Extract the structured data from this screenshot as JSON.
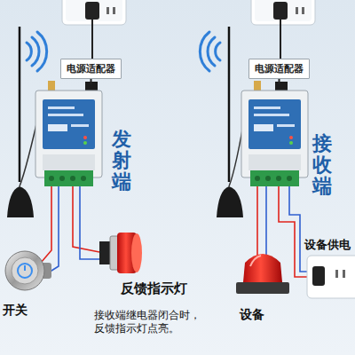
{
  "diagram": {
    "nodes": [
      {
        "text": [
          "电源适配器"
        ]
      },
      {
        "text": [
          "发射端"
        ]
      },
      {
        "text": [
          "电源适配器"
        ]
      },
      {
        "text": [
          "接收端"
        ]
      }
    ],
    "edges": [
      {
        "from": 0,
        "to": 1,
        "arrow": "none"
      },
      {
        "from": 2,
        "to": 3,
        "arrow": "none"
      }
    ],
    "labels": [
      "开关",
      "反馈指示灯",
      "接收端继电器闭合时，反馈指示灯点亮。",
      "设备",
      "设备供电"
    ]
  }
}
